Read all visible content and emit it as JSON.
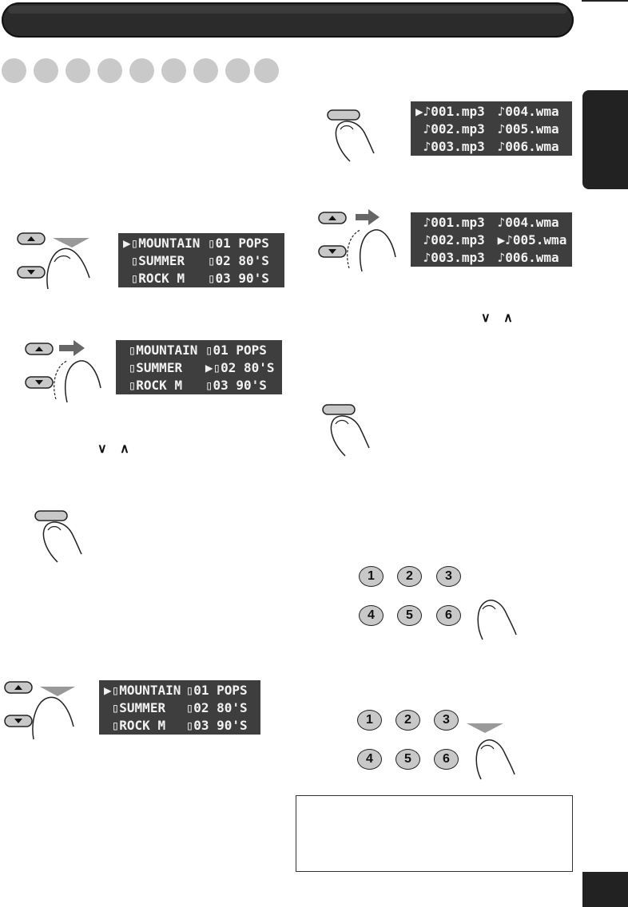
{
  "steps": {
    "count": 9
  },
  "displays": {
    "folder_list_1": {
      "left": [
        "MOUNTAIN",
        "SUMMER",
        "ROCK M"
      ],
      "right": [
        "01 POPS",
        "02 80'S",
        "03 90'S"
      ]
    },
    "folder_list_2": {
      "left": [
        "MOUNTAIN",
        "SUMMER",
        "ROCK M"
      ],
      "right": [
        "01 POPS",
        "02 80'S",
        "03 90'S"
      ]
    },
    "folder_list_3": {
      "left": [
        "MOUNTAIN",
        "SUMMER",
        "ROCK M"
      ],
      "right": [
        "01 POPS",
        "02 80'S",
        "03 90'S"
      ]
    },
    "file_list_1": {
      "left": [
        "001.mp3",
        "002.mp3",
        "003.mp3"
      ],
      "right": [
        "004.wma",
        "005.wma",
        "006.wma"
      ]
    },
    "file_list_2": {
      "left": [
        "001.mp3",
        "002.mp3",
        "003.mp3"
      ],
      "right": [
        "004.wma",
        "005.wma",
        "006.wma"
      ]
    }
  },
  "carets": {
    "left": "∨ ∧",
    "right": "∨ ∧"
  },
  "keypad": {
    "keys": [
      "1",
      "2",
      "3",
      "4",
      "5",
      "6"
    ]
  },
  "icons": {
    "cursor": "▶",
    "folder": "folder-icon",
    "note": "music-note-icon",
    "finger": "finger-press-icon",
    "arrow": "arrow-icon"
  }
}
